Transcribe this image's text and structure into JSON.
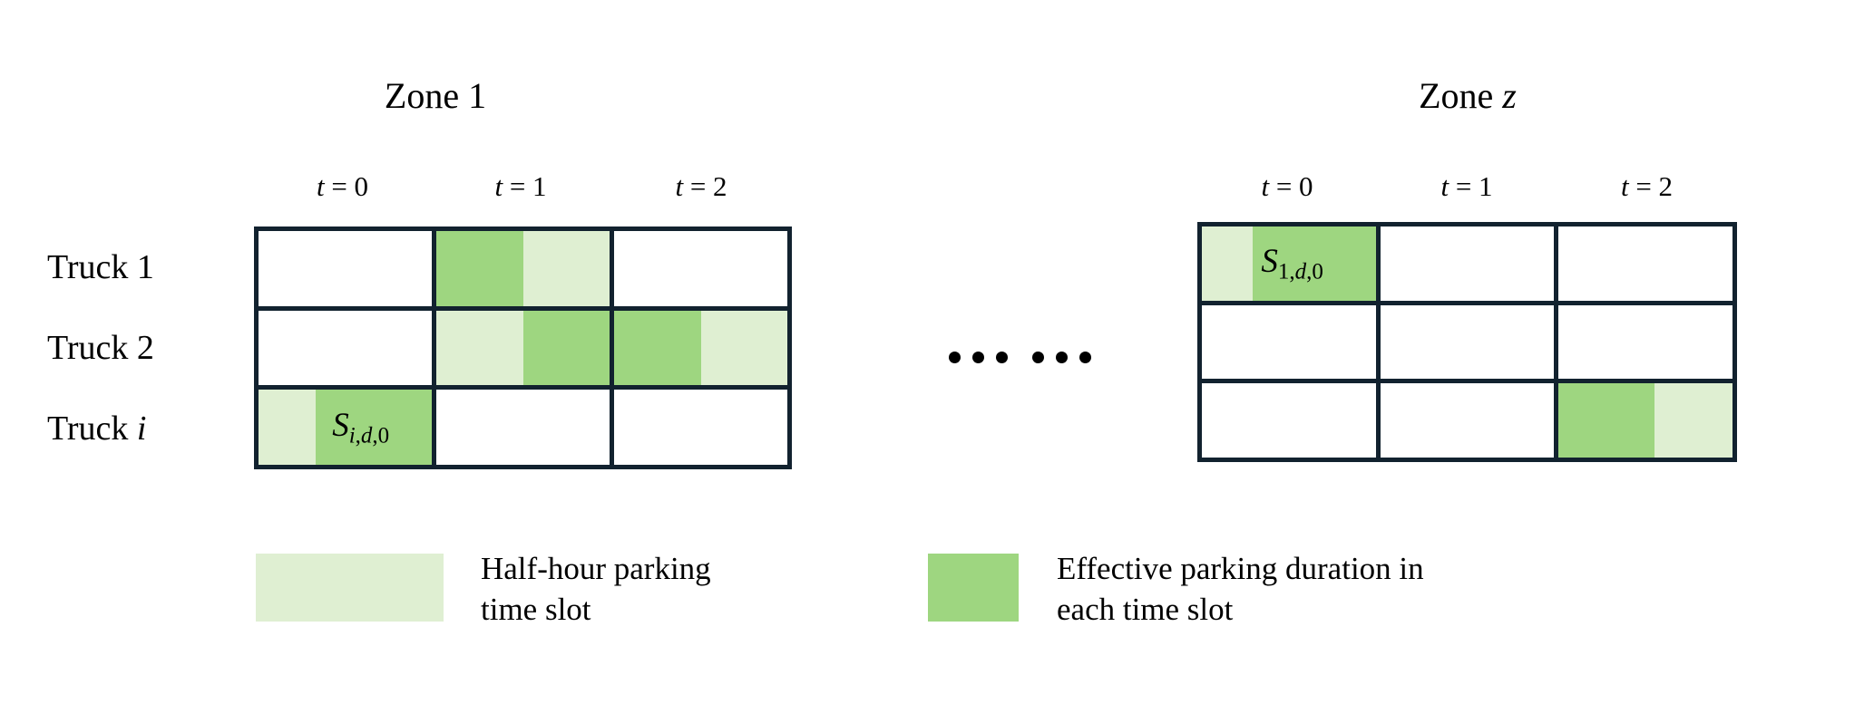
{
  "figure": {
    "kind": "parking-time-slot-diagram",
    "colors": {
      "dark_green": "#9ED680",
      "light_green": "#DFEFD2",
      "border": "#12222F",
      "background": "#FFFFFF",
      "text": "#000000"
    }
  },
  "zones": [
    {
      "id": "zone-1",
      "title_prefix": "Zone ",
      "title_symbol": "1",
      "title_symbol_italic": false,
      "column_headers": [
        {
          "var": "t",
          "eq": " = ",
          "value": "0"
        },
        {
          "var": "t",
          "eq": " = ",
          "value": "1"
        },
        {
          "var": "t",
          "eq": " = ",
          "value": "2"
        }
      ],
      "row_headers": [
        {
          "text": "Truck ",
          "symbol": "1",
          "italic": false
        },
        {
          "text": "Truck ",
          "symbol": "2",
          "italic": false
        },
        {
          "text": "Truck ",
          "symbol": "i",
          "italic": true
        }
      ],
      "cells": [
        [
          {
            "fills": [],
            "label": null
          },
          {
            "fills": [
              {
                "shade": "dark",
                "start": 0,
                "width": 50
              },
              {
                "shade": "light",
                "start": 50,
                "width": 50
              }
            ],
            "label": null
          },
          {
            "fills": [],
            "label": null
          }
        ],
        [
          {
            "fills": [],
            "label": null
          },
          {
            "fills": [
              {
                "shade": "light",
                "start": 0,
                "width": 50
              },
              {
                "shade": "dark",
                "start": 50,
                "width": 50
              }
            ],
            "label": null
          },
          {
            "fills": [
              {
                "shade": "dark",
                "start": 0,
                "width": 50
              },
              {
                "shade": "light",
                "start": 50,
                "width": 50
              }
            ],
            "label": null
          }
        ],
        [
          {
            "fills": [
              {
                "shade": "light",
                "start": 0,
                "width": 33
              },
              {
                "shade": "dark",
                "start": 33,
                "width": 67
              }
            ],
            "label": {
              "base": "S",
              "sub_parts": [
                "i",
                ",",
                "d",
                ",",
                "0"
              ],
              "sub_italic": [
                true,
                false,
                true,
                false,
                false
              ],
              "text": "S i,d,0"
            }
          },
          {
            "fills": [],
            "label": null
          },
          {
            "fills": [],
            "label": null
          }
        ]
      ]
    },
    {
      "id": "zone-z",
      "title_prefix": "Zone ",
      "title_symbol": "z",
      "title_symbol_italic": true,
      "column_headers": [
        {
          "var": "t",
          "eq": " = ",
          "value": "0"
        },
        {
          "var": "t",
          "eq": " = ",
          "value": "1"
        },
        {
          "var": "t",
          "eq": " = ",
          "value": "2"
        }
      ],
      "row_headers": [],
      "cells": [
        [
          {
            "fills": [
              {
                "shade": "light",
                "start": 0,
                "width": 29
              },
              {
                "shade": "dark",
                "start": 29,
                "width": 71
              }
            ],
            "label": {
              "base": "S",
              "sub_parts": [
                "1",
                ",",
                "d",
                ",",
                "0"
              ],
              "sub_italic": [
                false,
                false,
                true,
                false,
                false
              ],
              "text": "S 1,d,0"
            }
          },
          {
            "fills": [],
            "label": null
          },
          {
            "fills": [],
            "label": null
          }
        ],
        [
          {
            "fills": [],
            "label": null
          },
          {
            "fills": [],
            "label": null
          },
          {
            "fills": [],
            "label": null
          }
        ],
        [
          {
            "fills": [],
            "label": null
          },
          {
            "fills": [],
            "label": null
          },
          {
            "fills": [
              {
                "shade": "dark",
                "start": 0,
                "width": 55
              },
              {
                "shade": "light",
                "start": 55,
                "width": 45
              }
            ],
            "label": null
          }
        ]
      ]
    }
  ],
  "separator": {
    "name": "zone-ellipsis",
    "text": "… …",
    "dot_groups": 2,
    "dots_per_group": 3
  },
  "legend": [
    {
      "id": "legend-half-hour",
      "swatch_shade": "light",
      "swatch_color": "#DFEFD2",
      "label": "Half-hour parking\ntime slot"
    },
    {
      "id": "legend-effective-duration",
      "swatch_shade": "dark",
      "swatch_color": "#9ED680",
      "label": "Effective parking duration in\neach time slot"
    }
  ]
}
